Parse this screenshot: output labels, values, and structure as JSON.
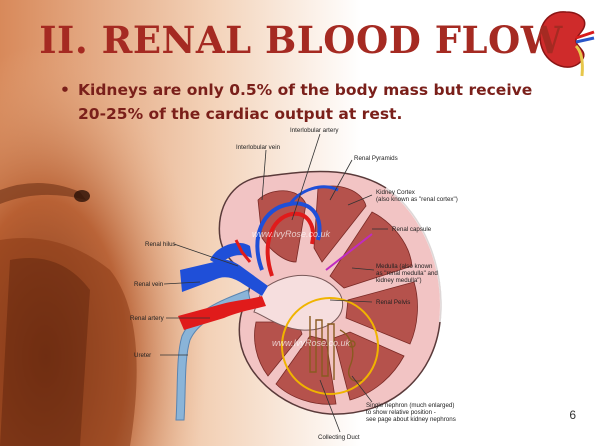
{
  "slide": {
    "title": "II. RENAL BLOOD FLOW",
    "bullet": "Kidneys are only 0.5% of the body mass but receive 20-25% of the cardiac output at rest.",
    "page_number": "6"
  },
  "diagram": {
    "labels": {
      "interlobular_artery": "Interlobular artery",
      "interlobular_vein": "Interlobular vein",
      "renal_pyramids": "Renal Pyramids",
      "kidney_cortex_1": "Kidney Cortex",
      "kidney_cortex_2": "(also known as \"renal cortex\")",
      "renal_capsule": "Renal capsule",
      "medulla_1": "Medulla (also known",
      "medulla_2": "as \"renal medulla\" and",
      "medulla_3": "kidney medulla\")",
      "renal_pelvis": "Renal Pelvis",
      "renal_hilus": "Renal hilus",
      "renal_vein": "Renal vein",
      "renal_artery": "Renal artery",
      "ureter": "Ureter",
      "nephron_1": "Single nephron (much enlarged)",
      "nephron_2": "to show relative position -",
      "nephron_3": "see page about kidney nephrons",
      "collecting_duct": "Collecting Duct"
    },
    "watermark": "www.IvyRose.co.uk",
    "colors": {
      "artery": "#e01b1b",
      "vein": "#1f4fd8",
      "ureter": "#8ab4d8",
      "cortex": "#f2c4c4",
      "medulla": "#b5524c",
      "nephron_circle": "#f0b400"
    }
  }
}
